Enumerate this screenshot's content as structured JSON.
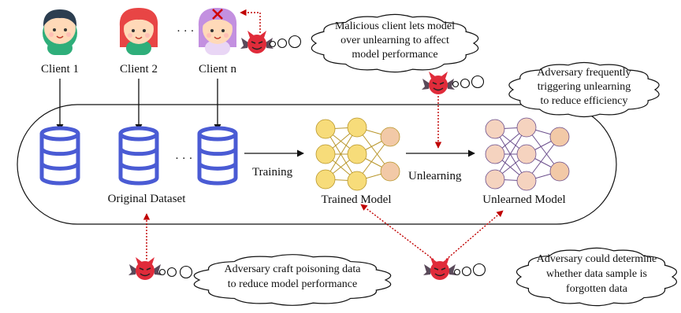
{
  "clients": [
    {
      "label": "Client 1"
    },
    {
      "label": "Client 2"
    },
    {
      "label": "Client n"
    }
  ],
  "ellipsis": "· · ·",
  "datasets": {
    "label": "Original Dataset"
  },
  "edges": {
    "training": "Training",
    "unlearning": "Unlearning"
  },
  "models": {
    "trained": "Trained Model",
    "unlearned": "Unlearned Model"
  },
  "thoughts": {
    "malicious_client": [
      "Malicious client lets model",
      "over unlearning to affect",
      "model performance"
    ],
    "frequent_unlearning": [
      "Adversary frequently",
      "triggering unlearning",
      "to reduce efficiency"
    ],
    "poisoning": [
      "Adversary craft poisoning data",
      "to reduce model performance"
    ],
    "membership": [
      "Adversary could determine",
      "whether data sample is",
      "forgotten data"
    ]
  },
  "colors": {
    "database": "#4a5bd4",
    "trained_node": "#f7dc7a",
    "trained_edge": "#b8962a",
    "output_node": "#f2c9a7",
    "unlearned_node": "#f5d3bf",
    "unlearned_edge": "#6b4e8c",
    "attack_arrow": "#c00000",
    "devil": "#e02b3a"
  },
  "icons": {
    "client": "person-avatar-icon",
    "client_compromised": "compromised-person-avatar-icon",
    "dataset": "database-icon",
    "model": "neural-network-icon",
    "adversary": "devil-icon"
  }
}
